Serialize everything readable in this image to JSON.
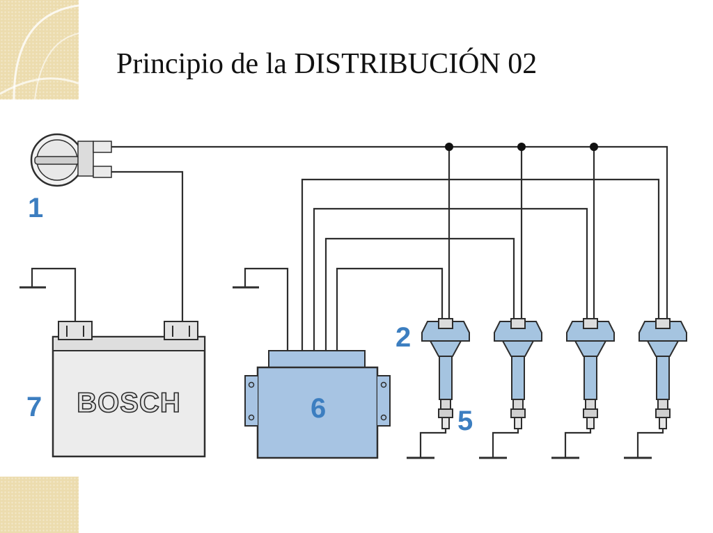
{
  "slide": {
    "title": "Principio de la DISTRIBUCIÓN 02"
  },
  "diagram": {
    "battery_brand": "BOSCH",
    "labels": {
      "distributor": "1",
      "coil": "2",
      "spark_plug": "5",
      "ecu": "6",
      "battery": "7"
    }
  },
  "colors": {
    "label_blue": "#3c7ec0",
    "ecu_fill": "#a7c4e3",
    "coil_fill": "#a5c4e0",
    "corner_tan": "#ecdcae"
  }
}
